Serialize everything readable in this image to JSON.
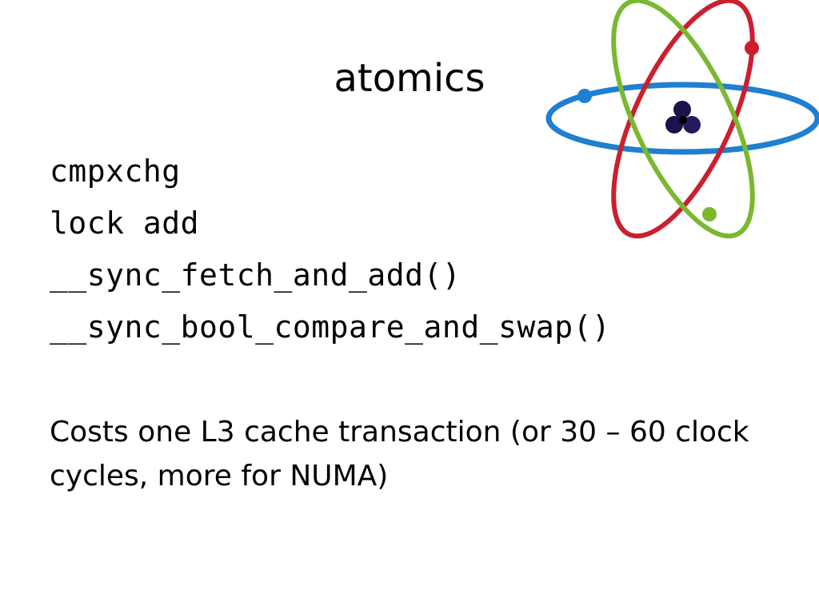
{
  "slide": {
    "title": "atomics",
    "code_lines": [
      "cmpxchg",
      "lock add",
      "__sync_fetch_and_add()",
      "__sync_bool_compare_and_swap()"
    ],
    "body": "Costs one L3 cache transaction (or 30 – 60 clock cycles, more for NUMA)"
  },
  "colors": {
    "orbit_blue": "#1f7fd0",
    "orbit_red": "#cc1f2e",
    "orbit_green": "#7ab830",
    "nucleus": "#1a1448"
  },
  "icons": {
    "decoration": "atom-icon"
  }
}
